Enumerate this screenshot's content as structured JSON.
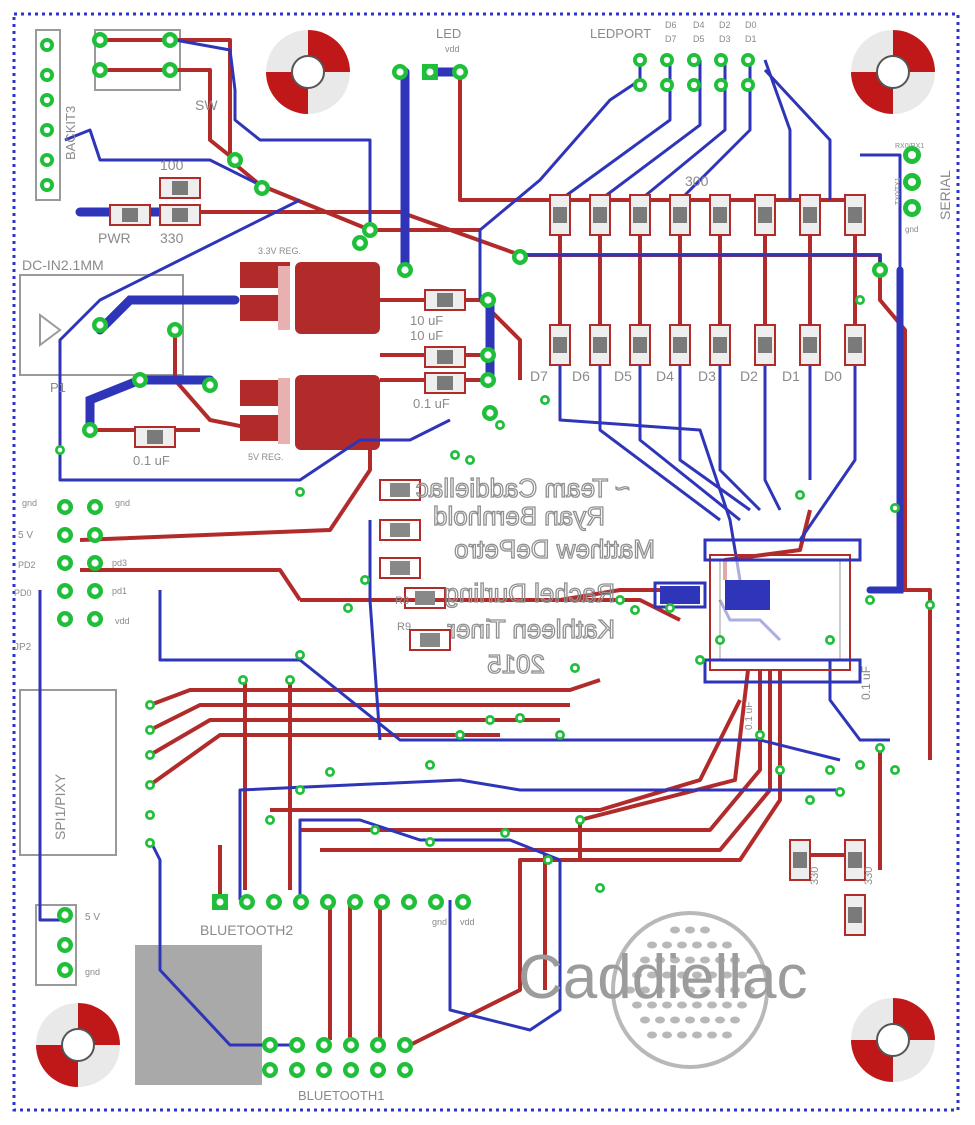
{
  "colors": {
    "top_copper": "#b22b2b",
    "bottom_copper": "#2e35b8",
    "pad_green": "#1fbf3a",
    "silk": "#9a9a9a",
    "board_outline": "#2b36c8",
    "mount_hole": "#c01818"
  },
  "labels": {
    "backit": "BACKIT3",
    "sw": "SW",
    "led": "LED",
    "vdd_top": "vdd",
    "ledport": "LEDPORT",
    "port_pins_top": [
      "D6",
      "D4",
      "D2",
      "D0"
    ],
    "port_pins_bottom": [
      "D7",
      "D5",
      "D3",
      "D1"
    ],
    "r100": "100",
    "pwr": "PWR",
    "r330": "330",
    "r300": "300",
    "serial": "SERIAL",
    "rxd": "RX0/RX1",
    "txd": "TX0/TX1",
    "gnd_serial": "gnd",
    "reg33": "3.3V REG.",
    "reg5": "5V REG.",
    "dcin": "DC-IN2.1MM",
    "p1": "P1",
    "cap10a": "10 uF",
    "cap10b": "10 uF",
    "cap01a": "0.1 uF",
    "cap01b": "0.1 uF",
    "d_labels": [
      "D7",
      "D6",
      "D5",
      "D4",
      "D3",
      "D2",
      "D1",
      "D0"
    ],
    "credits": [
      "~ Team Caddiellac",
      "Ryan Bernhold",
      "Matthew DePetro",
      "Rachel Durling",
      "Kathleen Tiner",
      "2015"
    ],
    "hdr_gnd1": "gnd",
    "hdr_gnd2": "gnd",
    "hdr_5v": "5 V",
    "hdr_pd2": "PD2",
    "hdr_pd0": "PD0",
    "hdr_jp2": "JP2",
    "hdr_pd3": "pd3",
    "hdr_pd1": "pd1",
    "hdr_vdd": "vdd",
    "spi": "SPI1/PIXY",
    "bt2": "BLUETOOTH2",
    "bt1": "BLUETOOTH1",
    "bt_gnd": "gnd",
    "bt_vdd": "vdd",
    "pwr_5v": "5 V",
    "pwr_gnd": "gnd",
    "r8": "R8",
    "r9": "R9",
    "c0": "0.1 uF",
    "cap_right": "0.1 uF",
    "r330b": "330",
    "r330c": "330",
    "logo": "Caddiellac"
  }
}
